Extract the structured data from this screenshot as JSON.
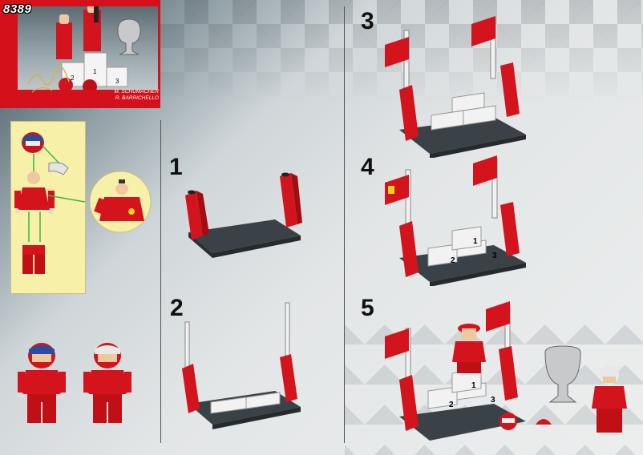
{
  "boxart": {
    "set_number": "8389",
    "driver_1": "M. SCHUMACHER",
    "driver_2": "R. BARRICHELLO",
    "podium_labels": [
      "2",
      "1",
      "3"
    ]
  },
  "steps": [
    {
      "number": "1"
    },
    {
      "number": "2"
    },
    {
      "number": "3"
    },
    {
      "number": "4"
    },
    {
      "number": "5"
    }
  ],
  "podium_labels": {
    "first": "1",
    "second": "2",
    "third": "3"
  },
  "colors": {
    "red": "#d3141c",
    "dark_gray": "#3b4247",
    "white": "#f2f2f2",
    "callout": "#f6f0a8",
    "skin": "#f0c8a0"
  }
}
